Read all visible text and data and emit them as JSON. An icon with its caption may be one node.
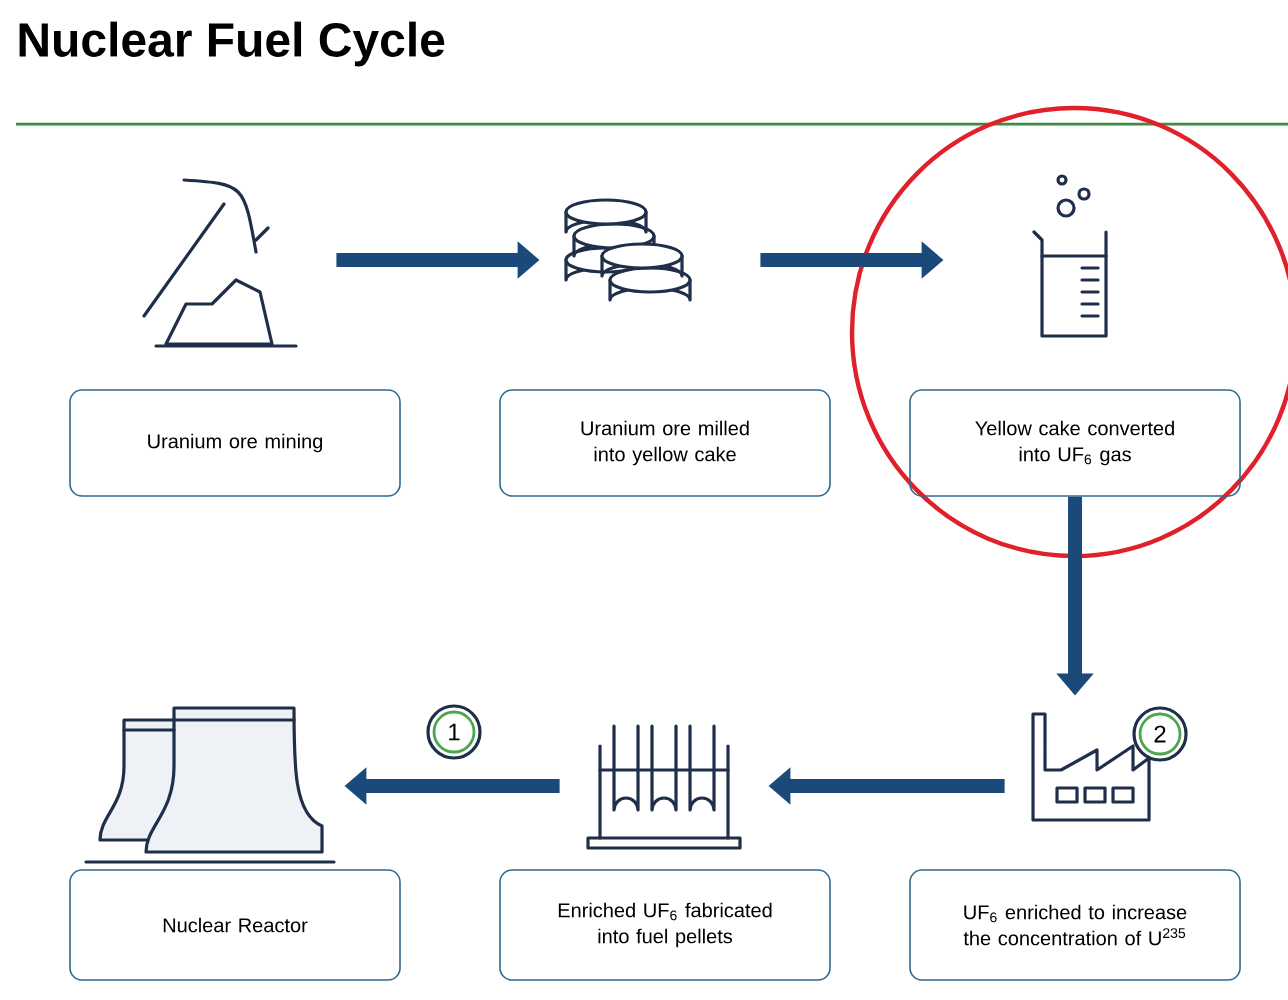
{
  "diagram": {
    "title": "Nuclear Fuel Cycle",
    "nodes": [
      {
        "text": [],
        "shape": "picture"
      },
      {
        "text": [],
        "shape": "picture"
      },
      {
        "text": [],
        "shape": "picture"
      },
      {
        "text": [
          "Uranium ore mining"
        ]
      },
      {
        "text": [
          "Uranium ore milled into yellow cake"
        ]
      },
      {
        "text": [
          "Yellow cake converted into UF$_{6}$ gas"
        ]
      },
      {
        "text": [
          "1"
        ]
      },
      {
        "text": [
          "2"
        ]
      },
      {
        "text": [],
        "shape": "picture"
      },
      {
        "text": [],
        "shape": "picture"
      },
      {
        "text": [],
        "shape": "picture"
      },
      {
        "text": [
          "Nuclear Reactor"
        ]
      },
      {
        "text": [
          "Enriched UF$_{6}$ fabricated into fuel pellets"
        ]
      },
      {
        "text": [
          "UF$_{6}$ enriched to increase the concentration of U$^{235}$"
        ]
      }
    ],
    "edges": [
      {
        "from": 0,
        "to": 1,
        "arrow": "to"
      },
      {
        "from": 1,
        "to": 2,
        "arrow": "to"
      },
      {
        "from": 5,
        "to": 10,
        "arrow": "to"
      },
      {
        "from": 10,
        "to": 9,
        "arrow": "to"
      },
      {
        "from": 9,
        "to": 8,
        "arrow": "to"
      }
    ]
  }
}
